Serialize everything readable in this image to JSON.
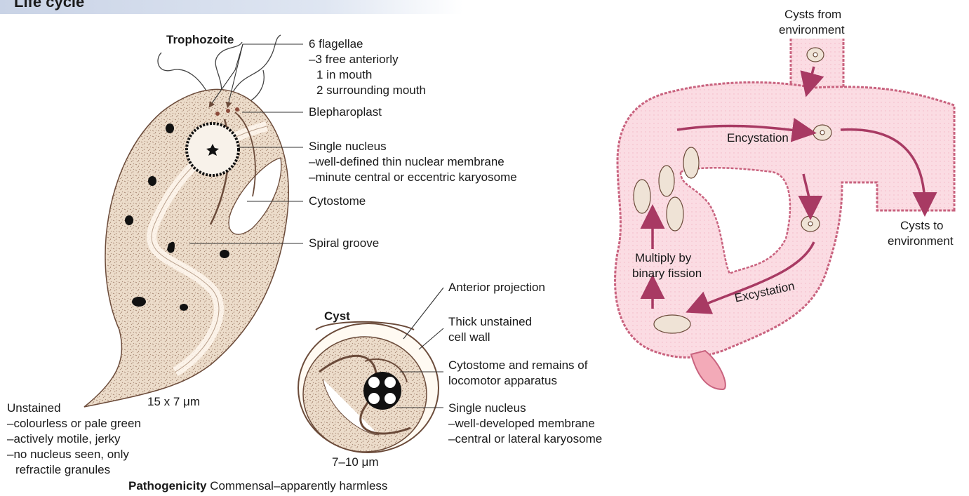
{
  "header": {
    "title": "Life cycle"
  },
  "trophozoite": {
    "title": "Trophozoite",
    "size": "15 x 7 μm",
    "labels": {
      "flagellae_1": "6 flagellae",
      "flagellae_2": "–3 free anteriorly",
      "flagellae_3": "1 in mouth",
      "flagellae_4": "2 surrounding mouth",
      "blepharoplast": "Blepharoplast",
      "nucleus_1": "Single nucleus",
      "nucleus_2": "–well-defined thin nuclear membrane",
      "nucleus_3": "–minute central or eccentric karyosome",
      "cytostome": "Cytostome",
      "spiral_groove": "Spiral groove"
    },
    "unstained": [
      "Unstained",
      "–colourless or pale green",
      "–actively motile, jerky",
      "–no nucleus seen, only",
      "refractile granules"
    ]
  },
  "cyst": {
    "title": "Cyst",
    "size": "7–10 μm",
    "labels": {
      "anterior_projection": "Anterior projection",
      "wall_1": "Thick unstained",
      "wall_2": "cell wall",
      "cytostome_1": "Cytostome and remains of",
      "cytostome_2": "locomotor apparatus",
      "nucleus_1": "Single nucleus",
      "nucleus_2": "–well-developed membrane",
      "nucleus_3": "–central or lateral karyosome"
    }
  },
  "pathogenicity": {
    "label": "Pathogenicity",
    "text": "Commensal–apparently harmless"
  },
  "life_cycle": {
    "cysts_from_1": "Cysts from",
    "cysts_from_2": "environment",
    "encystation": "Encystation",
    "cysts_to_1": "Cysts to",
    "cysts_to_2": "environment",
    "multiply_1": "Multiply by",
    "multiply_2": "binary fission",
    "excystation": "Excystation"
  },
  "colors": {
    "intestine_fill": "#f9d6de",
    "intestine_edge": "#c9637f",
    "arrow": "#a83a63",
    "cell_fill": "#ead9c8",
    "ink": "#1a1a1a"
  }
}
